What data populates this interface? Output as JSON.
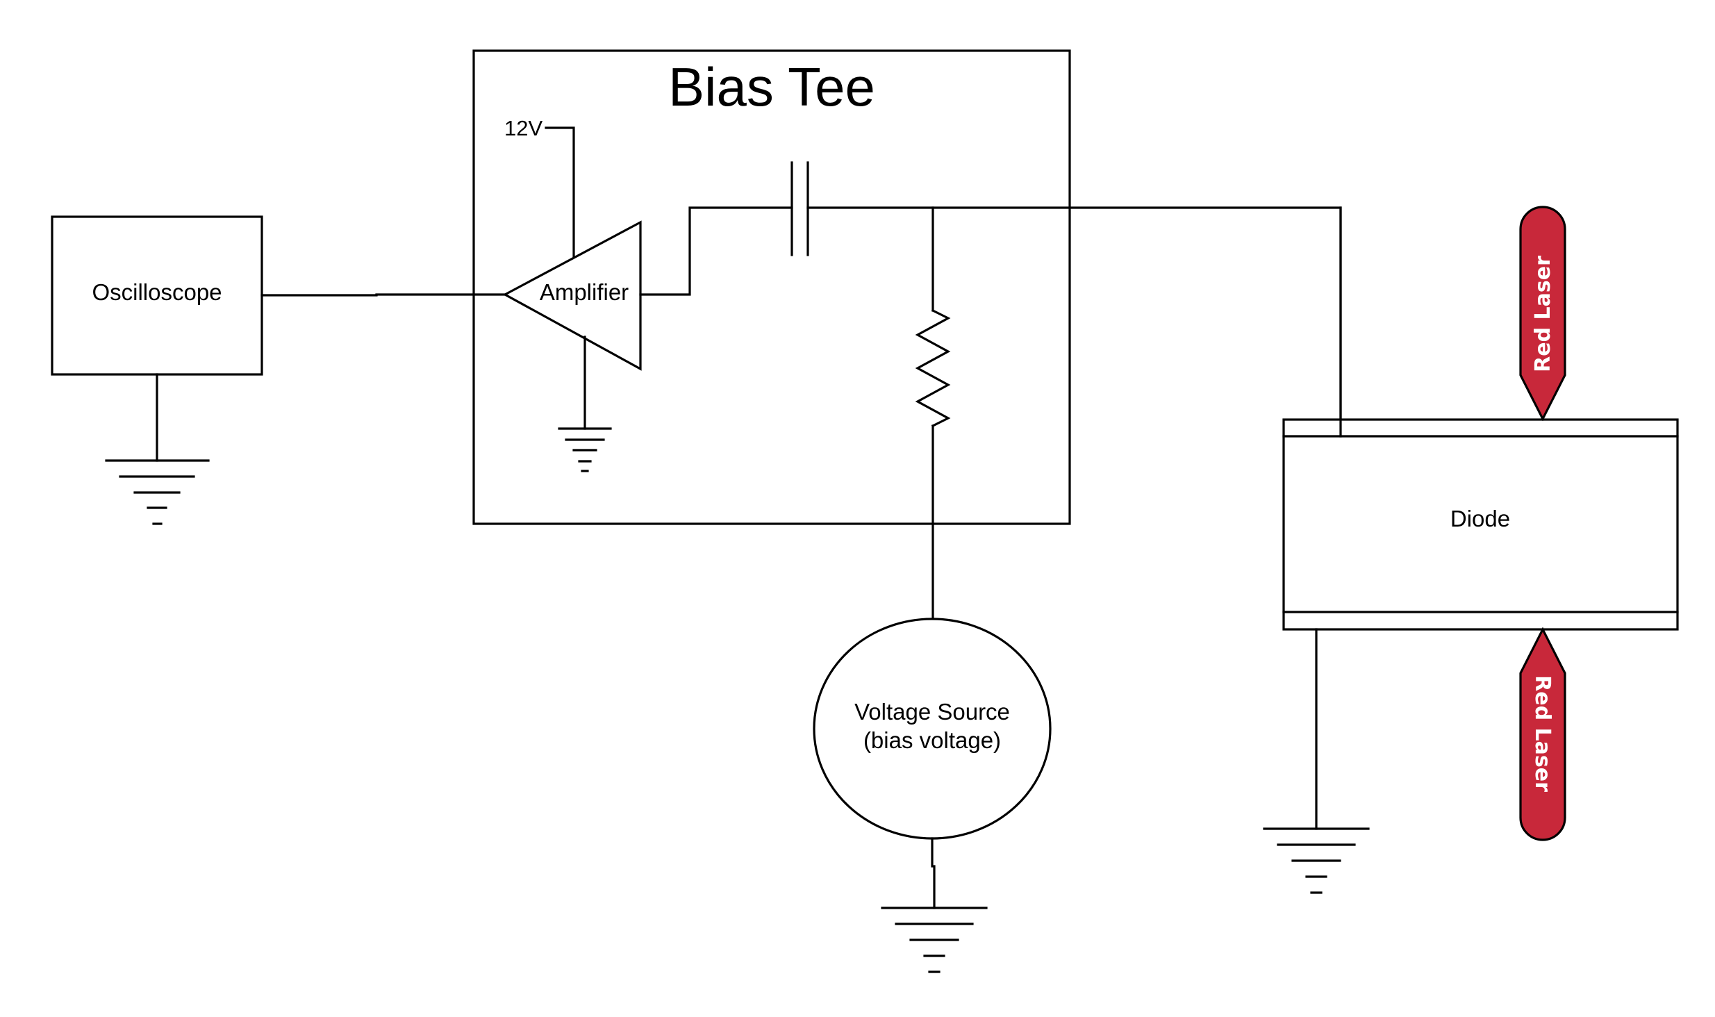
{
  "diagram": {
    "title": "Bias Tee",
    "supply_label": "12V",
    "components": {
      "oscilloscope": "Oscilloscope",
      "amplifier": "Amplifier",
      "voltage_source_line1": "Voltage Source",
      "voltage_source_line2": "(bias voltage)",
      "diode": "Diode",
      "laser_top": "Red Laser",
      "laser_bottom": "Red Laser"
    },
    "colors": {
      "laser": "#c8283a",
      "line": "#000000",
      "background": "#ffffff"
    }
  }
}
